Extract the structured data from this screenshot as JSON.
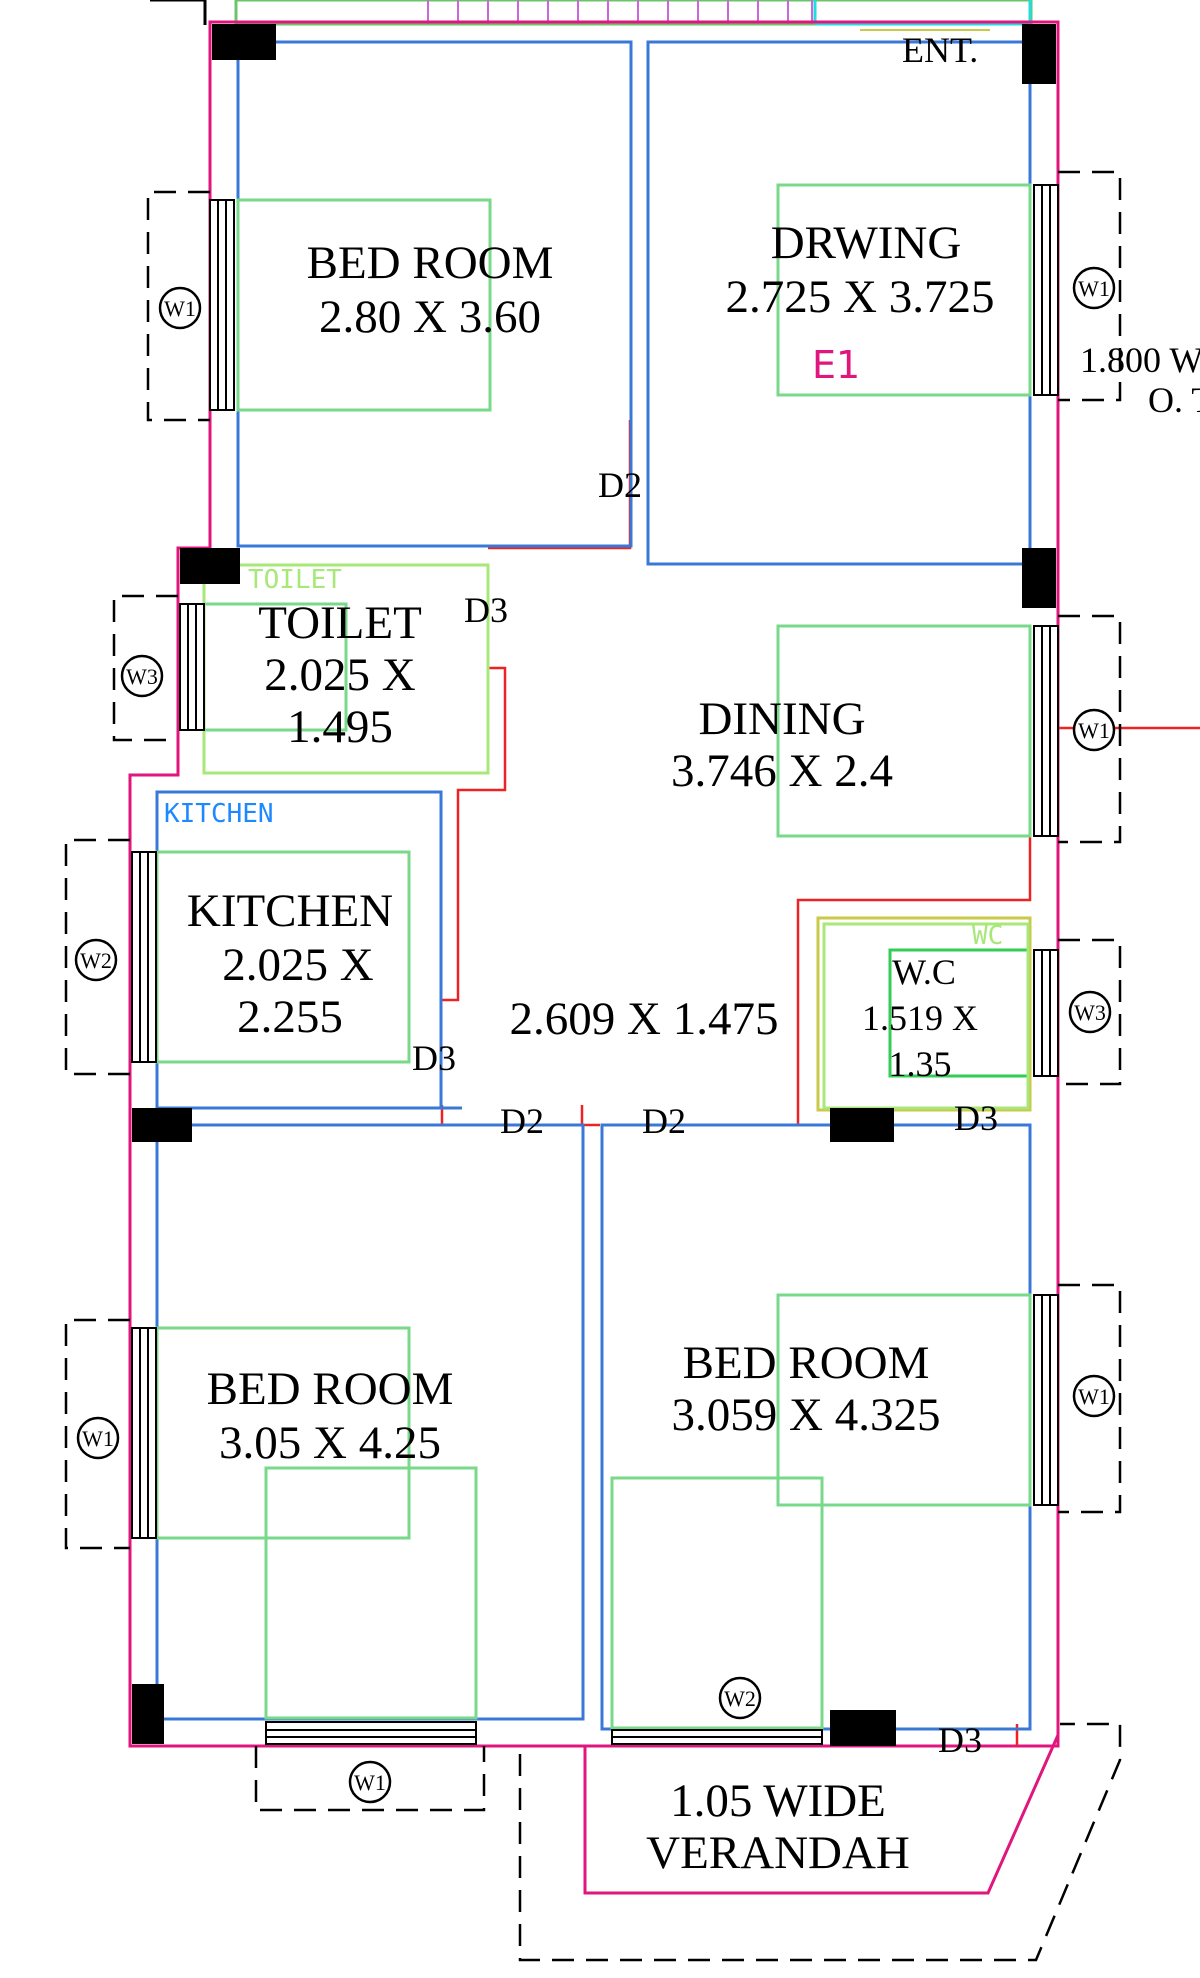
{
  "rooms": {
    "bedroom_top": {
      "name": "BED ROOM",
      "size": "2.80 X 3.60"
    },
    "drawing": {
      "name": "DRWING",
      "size": "2.725 X 3.725",
      "marker": "E1"
    },
    "toilet": {
      "name": "TOILET",
      "size_line1": "2.025 X",
      "size_line2": "1.495",
      "tag": "TOILET"
    },
    "dining": {
      "name": "DINING",
      "size": "3.746 X 2.4"
    },
    "kitchen": {
      "name": "KITCHEN",
      "size_line1": "2.025 X",
      "size_line2": "2.255",
      "tag": "KITCHEN"
    },
    "passage": {
      "size": "2.609 X 1.475"
    },
    "wc": {
      "name": "W.C",
      "size_line1": "1.519 X",
      "size_line2": "1.35",
      "tag": "WC"
    },
    "bedroom_bottom_left": {
      "name": "BED ROOM",
      "size": "3.05 X 4.25"
    },
    "bedroom_bottom_right": {
      "name": "BED ROOM",
      "size": "3.059 X 4.325"
    },
    "verandah": {
      "line1": "1.05 WIDE",
      "line2": "VERANDAH"
    }
  },
  "labels": {
    "entrance": "ENT.",
    "side_note_line1": "1.800 W",
    "side_note_line2": "O. T"
  },
  "doors": {
    "d2_top": "D2",
    "d3_toilet": "D3",
    "d3_kitchen": "D3",
    "d2_left": "D2",
    "d2_mid": "D2",
    "d3_wc": "D3",
    "d3_verandah": "D3"
  },
  "windows": {
    "w1_bed_top": "W1",
    "w1_drawing": "W1",
    "w3_toilet": "W3",
    "w1_dining": "W1",
    "w2_kitchen": "W2",
    "w3_wc": "W3",
    "w1_bed_left": "W1",
    "w1_bed_right": "W1",
    "w2_bed_right": "W2",
    "w1_bed_left_bottom": "W1"
  },
  "colors": {
    "outer_wall": "#e0167e",
    "room_outline": "#3a78d8",
    "furniture": "#79d98a",
    "toilet_tag": "#a8e87a",
    "kitchen_tag": "#1e88ff",
    "inner_wall": "#ee2222",
    "marker": "#e0167e"
  }
}
